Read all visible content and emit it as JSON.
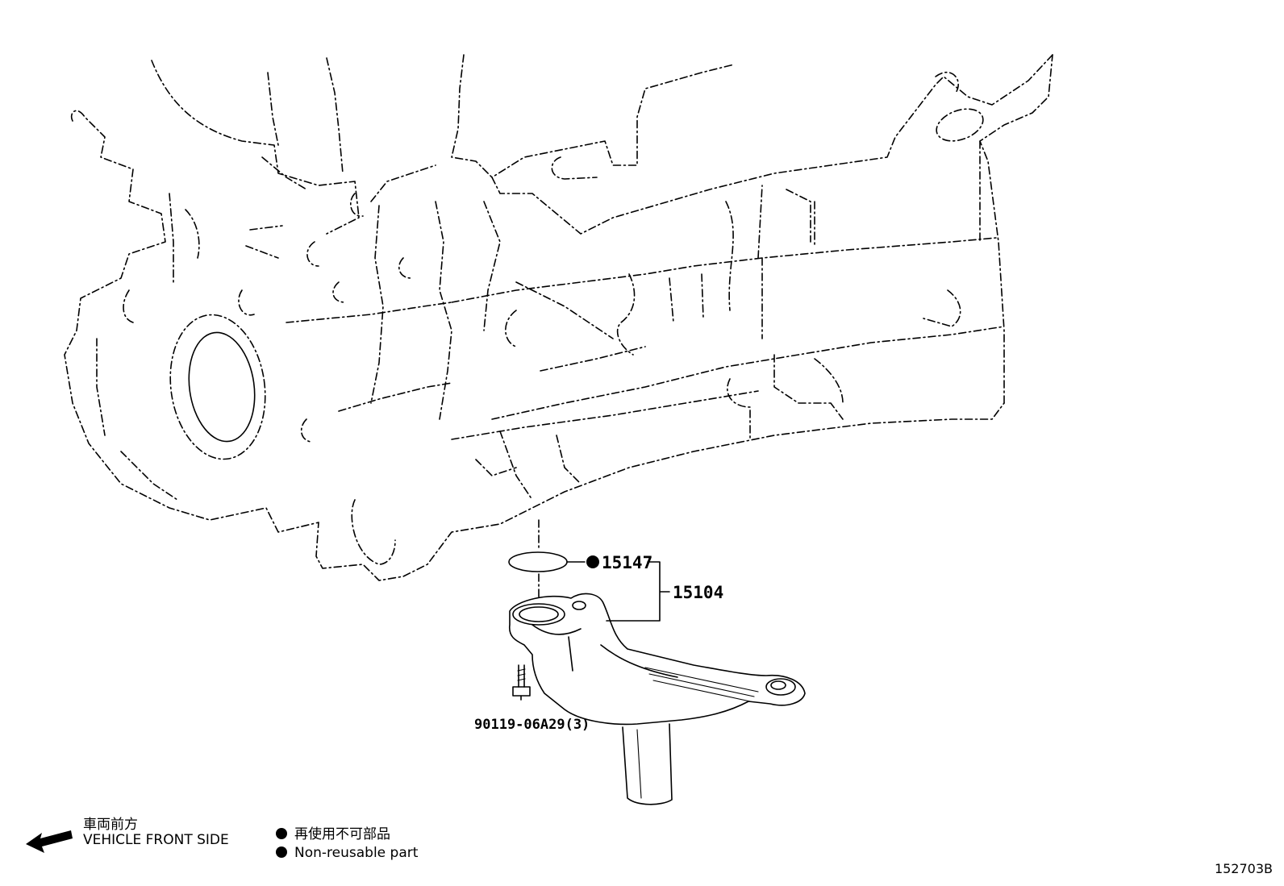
{
  "diagram": {
    "parts": [
      {
        "number": "15147",
        "non_reusable": true
      },
      {
        "number": "15104",
        "non_reusable": false
      },
      {
        "number": "90119-06A29(3)",
        "non_reusable": false
      }
    ],
    "legend": {
      "front_jp": "車両前方",
      "front_en": "VEHICLE FRONT SIDE",
      "nonreuse_jp": "再使用不可部品",
      "nonreuse_en": "Non-reusable part"
    },
    "figure_id": "152703B"
  }
}
